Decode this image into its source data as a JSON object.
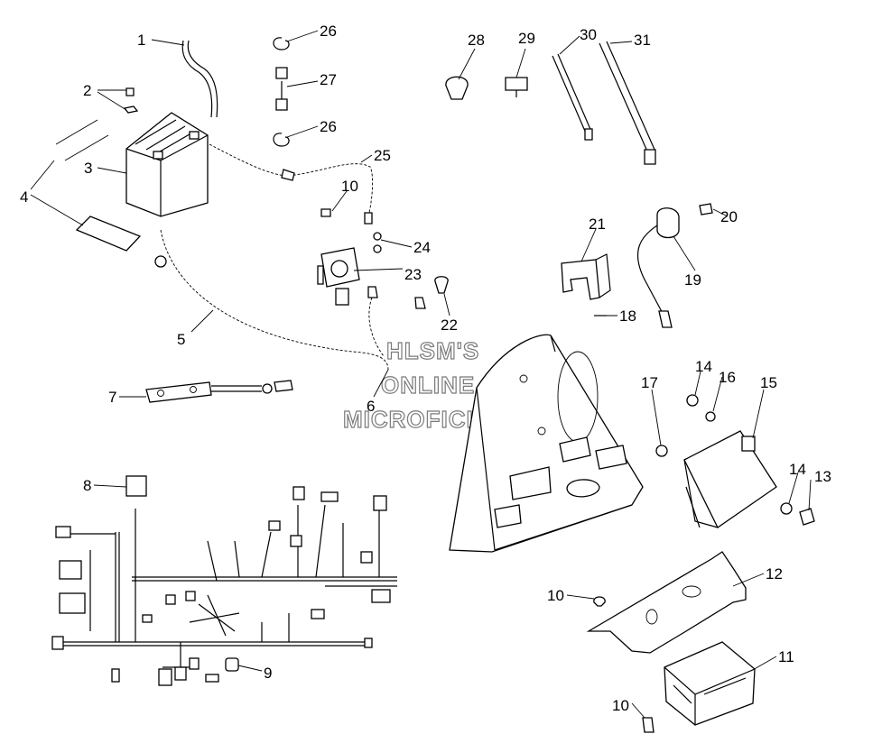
{
  "watermark": {
    "line1": "HLSM'S",
    "line2": "ONLINE",
    "line3": "MICROFICHE"
  },
  "callouts": {
    "c1": "1",
    "c2": "2",
    "c3": "3",
    "c4": "4",
    "c5": "5",
    "c6": "6",
    "c7": "7",
    "c8": "8",
    "c9": "9",
    "c10a": "10",
    "c10b": "10",
    "c10c": "10",
    "c11": "11",
    "c12": "12",
    "c13": "13",
    "c14a": "14",
    "c14b": "14",
    "c15": "15",
    "c16": "16",
    "c17": "17",
    "c18": "18",
    "c19": "19",
    "c20": "20",
    "c21": "21",
    "c22": "22",
    "c23": "23",
    "c24": "24",
    "c25": "25",
    "c26a": "26",
    "c26b": "26",
    "c27": "27",
    "c28": "28",
    "c29": "29",
    "c30": "30",
    "c31": "31"
  }
}
